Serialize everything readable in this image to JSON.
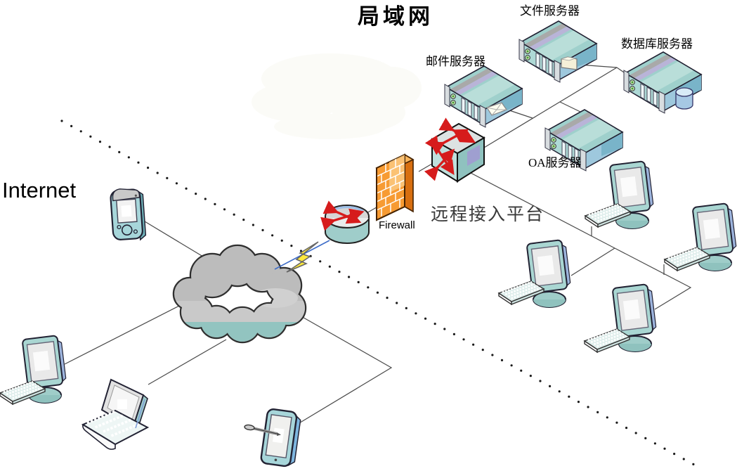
{
  "diagram": {
    "title": "局域网",
    "internet_zone_label": "Internet",
    "labels": {
      "file_server": "文件服务器",
      "database_server": "数据库服务器",
      "mail_server": "邮件服务器",
      "oa_server": "OA服务器",
      "remote_access_platform": "远程接入平台",
      "firewall": "Firewall"
    },
    "nodes": [
      {
        "id": "internet-cloud",
        "type": "cloud",
        "label": ""
      },
      {
        "id": "pda",
        "type": "handheld-pda",
        "label": ""
      },
      {
        "id": "internet-desktop",
        "type": "desktop-pc",
        "label": ""
      },
      {
        "id": "internet-laptop",
        "type": "laptop",
        "label": ""
      },
      {
        "id": "internet-tablet",
        "type": "tablet-with-stylus",
        "label": ""
      },
      {
        "id": "router",
        "type": "router",
        "label": ""
      },
      {
        "id": "firewall",
        "type": "firewall",
        "label": "Firewall"
      },
      {
        "id": "access-switch",
        "type": "switch",
        "label": "远程接入平台"
      },
      {
        "id": "mail-server",
        "type": "rack-server",
        "label": "邮件服务器"
      },
      {
        "id": "file-server",
        "type": "rack-server",
        "label": "文件服务器"
      },
      {
        "id": "database-server",
        "type": "rack-server",
        "label": "数据库服务器"
      },
      {
        "id": "oa-server",
        "type": "rack-server",
        "label": "OA服务器"
      },
      {
        "id": "lan-pc-1",
        "type": "desktop-pc",
        "label": ""
      },
      {
        "id": "lan-pc-2",
        "type": "desktop-pc",
        "label": ""
      },
      {
        "id": "lan-pc-3",
        "type": "desktop-pc",
        "label": ""
      },
      {
        "id": "lan-pc-4",
        "type": "desktop-pc",
        "label": ""
      }
    ],
    "edges": [
      {
        "from": "pda",
        "to": "internet-cloud"
      },
      {
        "from": "internet-desktop",
        "to": "internet-cloud"
      },
      {
        "from": "internet-laptop",
        "to": "internet-cloud"
      },
      {
        "from": "internet-tablet",
        "to": "internet-cloud"
      },
      {
        "from": "internet-cloud",
        "to": "router",
        "style": "lightning-link"
      },
      {
        "from": "router",
        "to": "firewall"
      },
      {
        "from": "firewall",
        "to": "access-switch"
      },
      {
        "from": "access-switch",
        "to": "mail-server"
      },
      {
        "from": "access-switch",
        "to": "file-server"
      },
      {
        "from": "access-switch",
        "to": "database-server"
      },
      {
        "from": "access-switch",
        "to": "oa-server"
      },
      {
        "from": "access-switch",
        "to": "lan-pc-1"
      },
      {
        "from": "access-switch",
        "to": "lan-pc-2"
      },
      {
        "from": "access-switch",
        "to": "lan-pc-3"
      },
      {
        "from": "access-switch",
        "to": "lan-pc-4"
      }
    ],
    "colors": {
      "device_teal": "#9fd0cc",
      "server_side_blue": "#9ec8dd",
      "firewall_orange": "#f79b33",
      "lightning_yellow": "#ffe93c",
      "arrow_red": "#d61c1c",
      "cloud_gray": "#bcbcbc",
      "cloud_teal": "#92c4c0",
      "line_gray": "#4a4a4a"
    }
  }
}
